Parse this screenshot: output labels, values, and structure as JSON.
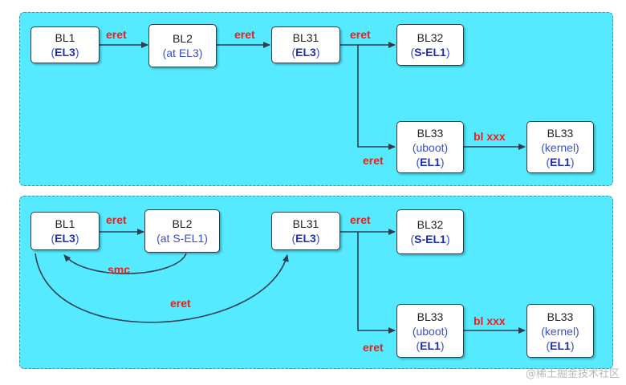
{
  "nodes": {
    "p1_bl1": {
      "name": "BL1",
      "pre": "(",
      "bold": "EL3",
      "post": ")"
    },
    "p1_bl2": {
      "name": "BL2",
      "pre": "(at EL3)",
      "bold": "",
      "post": ""
    },
    "p1_bl31": {
      "name": "BL31",
      "pre": "(",
      "bold": "EL3",
      "post": ")"
    },
    "p1_bl32": {
      "name": "BL32",
      "pre": "(",
      "bold": "S-EL1",
      "post": ")"
    },
    "p1_bl33_uboot": {
      "name": "BL33",
      "line2": "(uboot)",
      "pre": "(",
      "bold": "EL1",
      "post": ")"
    },
    "p1_bl33_kernel": {
      "name": "BL33",
      "line2": "(kernel)",
      "pre": "(",
      "bold": "EL1",
      "post": ")"
    },
    "p2_bl1": {
      "name": "BL1",
      "pre": "(",
      "bold": "EL3",
      "post": ")"
    },
    "p2_bl2": {
      "name": "BL2",
      "pre": "(at S-EL1)",
      "bold": "",
      "post": ""
    },
    "p2_bl31": {
      "name": "BL31",
      "pre": "(",
      "bold": "EL3",
      "post": ")"
    },
    "p2_bl32": {
      "name": "BL32",
      "pre": "(",
      "bold": "S-EL1",
      "post": ")"
    },
    "p2_bl33_uboot": {
      "name": "BL33",
      "line2": "(uboot)",
      "pre": "(",
      "bold": "EL1",
      "post": ")"
    },
    "p2_bl33_kernel": {
      "name": "BL33",
      "line2": "(kernel)",
      "pre": "(",
      "bold": "EL1",
      "post": ")"
    }
  },
  "labels": {
    "p1_eret1": "eret",
    "p1_eret2": "eret",
    "p1_eret3": "eret",
    "p1_eret4": "eret",
    "p1_blxxx": "bl xxx",
    "p2_eret1": "eret",
    "p2_smc": "smc",
    "p2_eret_long": "eret",
    "p2_eret3": "eret",
    "p2_eret4": "eret",
    "p2_blxxx": "bl xxx"
  },
  "watermark": "@稀土掘金技术社区",
  "colors": {
    "panel": "#55eaff",
    "label": "#e8221b",
    "el_text": "#1f2fb5"
  }
}
